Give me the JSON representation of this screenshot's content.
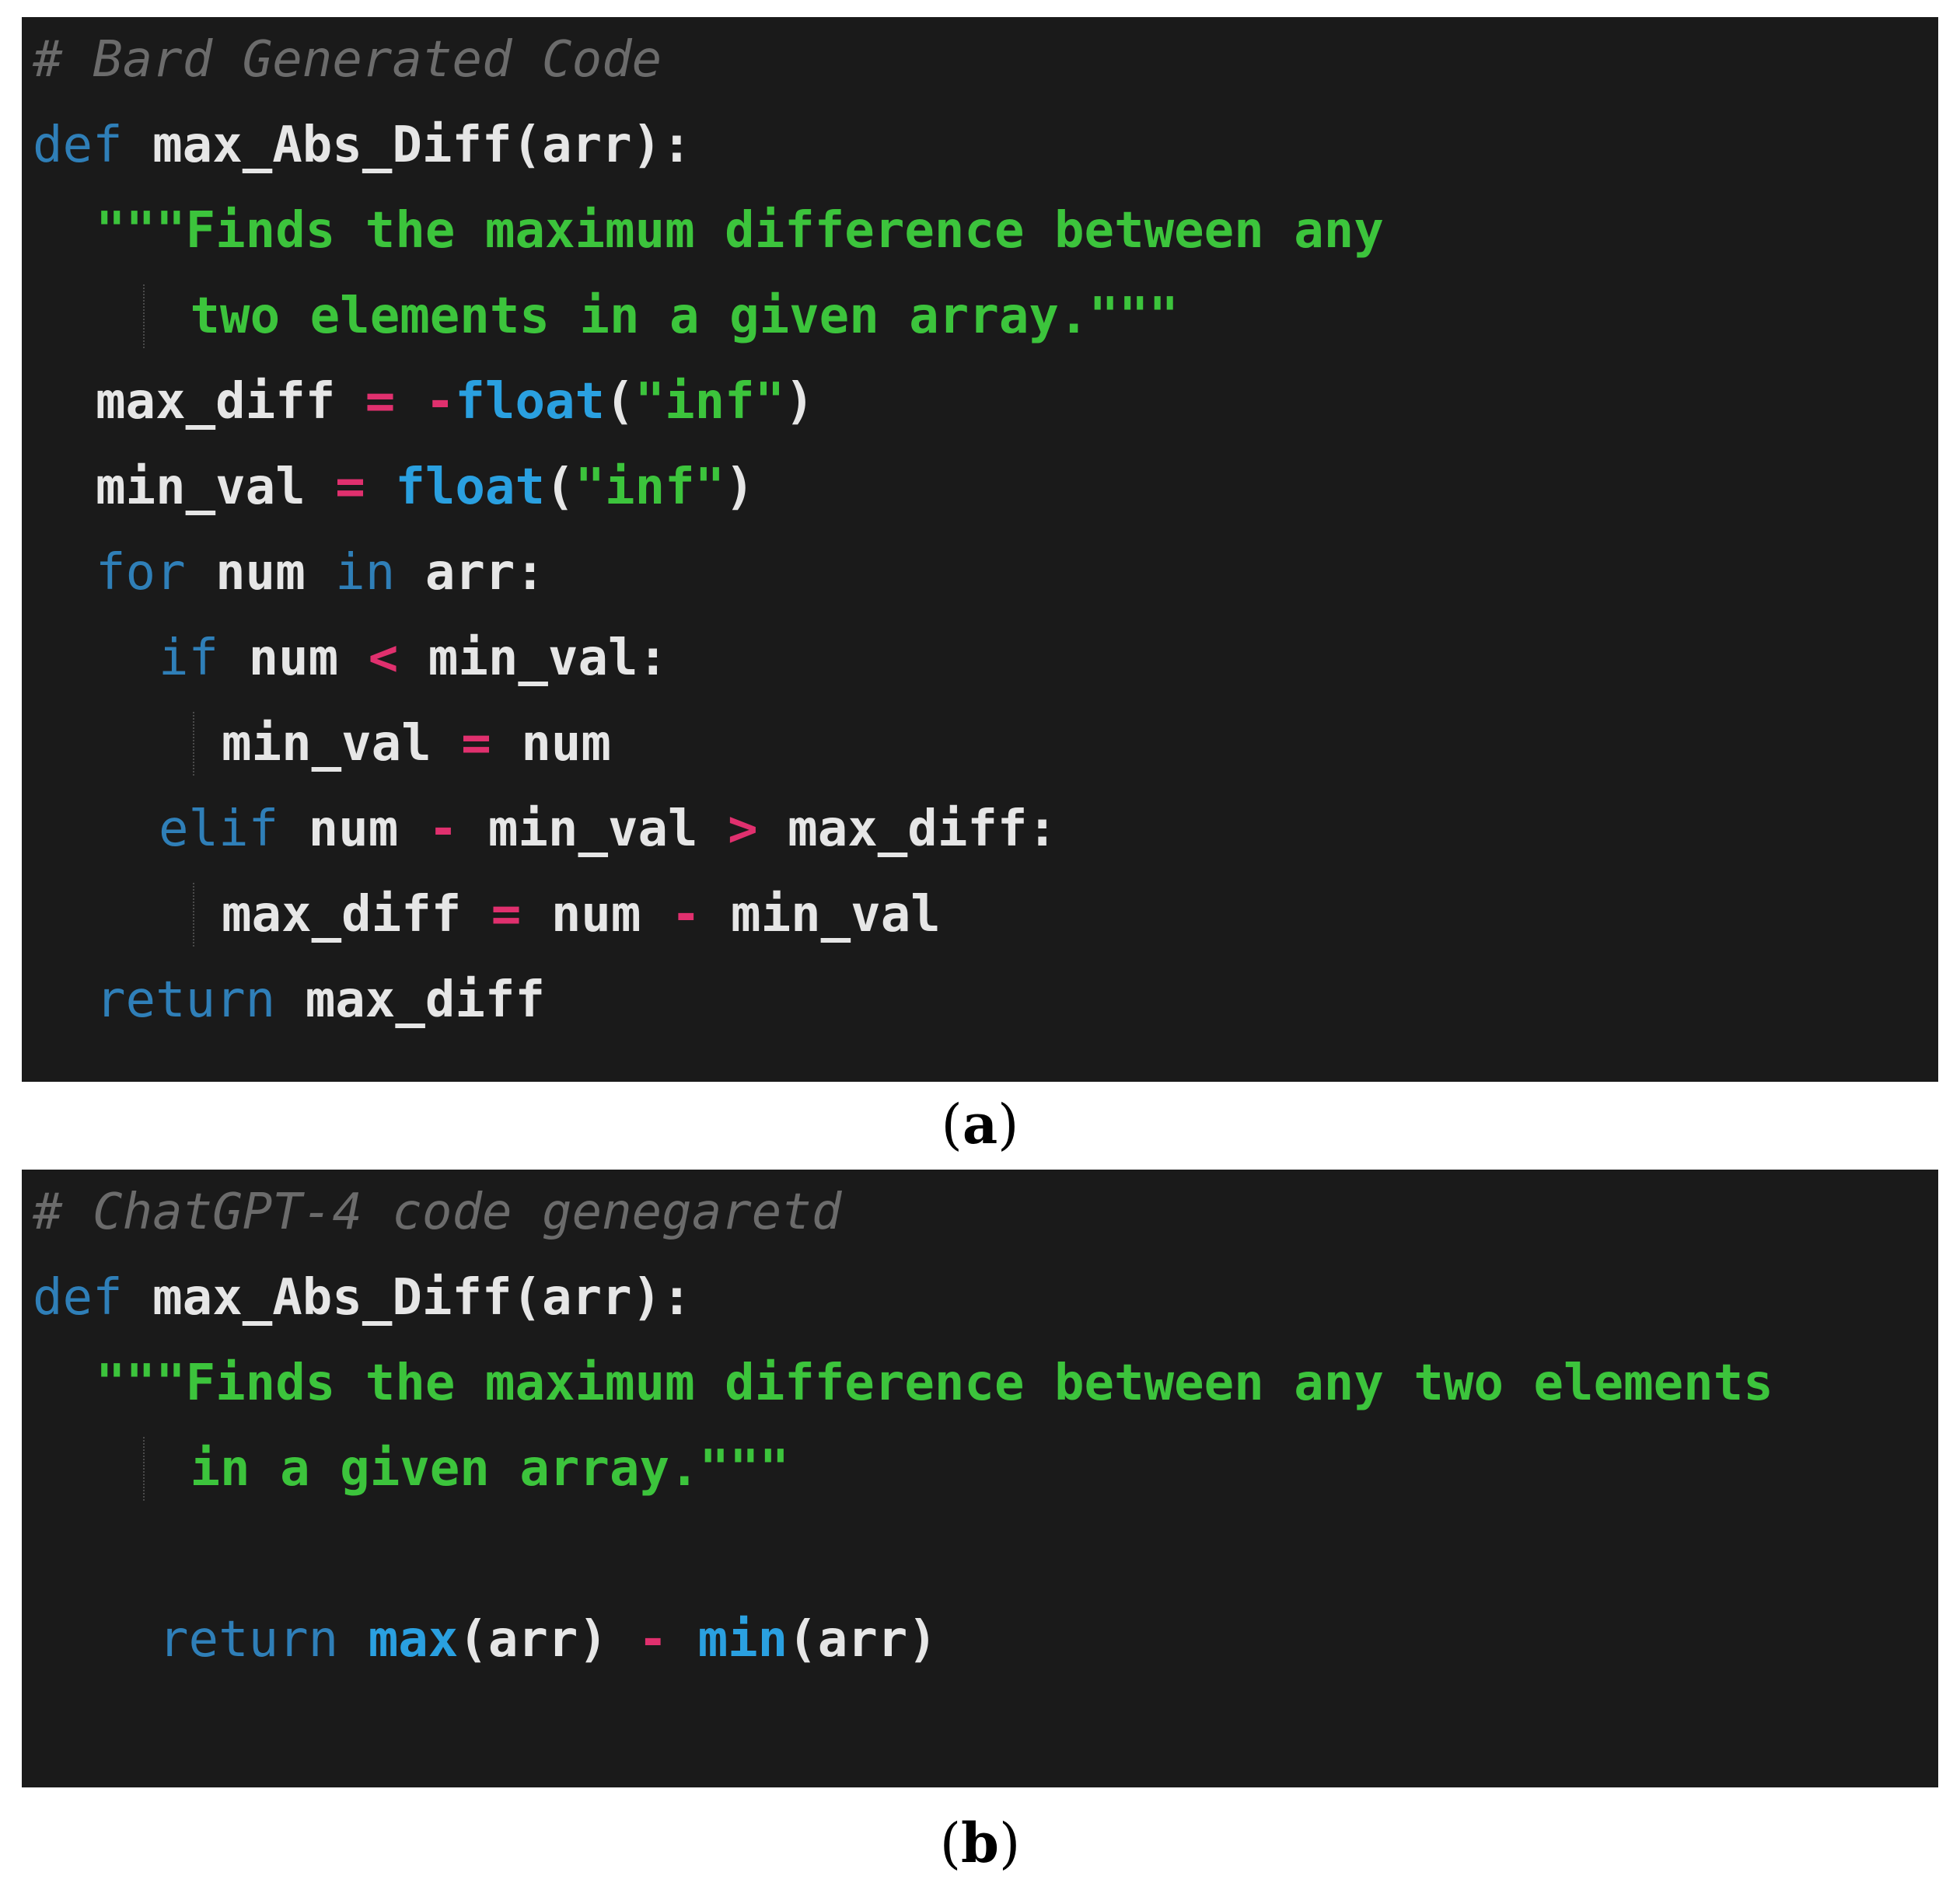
{
  "colors": {
    "background": "#1a1a1a",
    "comment": "#6b6b6b",
    "keyword": "#2f7fb8",
    "builtin": "#2aa0e0",
    "string": "#3cc43c",
    "operator": "#e0306e",
    "identifier": "#e6e6e6"
  },
  "panels": [
    {
      "caption": {
        "open": "(",
        "letter": "a",
        "close": ")"
      },
      "lines": [
        {
          "indent": 0,
          "tokens": [
            {
              "text": "# Bard Generated Code",
              "type": "comment"
            }
          ]
        },
        {
          "indent": 0,
          "tokens": [
            {
              "text": "def",
              "type": "keyword"
            },
            {
              "text": " max_Abs_Diff(arr):",
              "type": "identifier"
            }
          ]
        },
        {
          "indent": 2,
          "tokens": [
            {
              "text": "\"\"\"Finds the maximum difference between any",
              "type": "string"
            }
          ]
        },
        {
          "indent": 5,
          "tokens": [
            {
              "text": "two elements in a given array.\"\"\"",
              "type": "string"
            }
          ]
        },
        {
          "indent": 2,
          "tokens": [
            {
              "text": "max_diff ",
              "type": "identifier"
            },
            {
              "text": "=",
              "type": "operator"
            },
            {
              "text": " ",
              "type": "identifier"
            },
            {
              "text": "-",
              "type": "operator"
            },
            {
              "text": "float",
              "type": "builtin"
            },
            {
              "text": "(",
              "type": "identifier"
            },
            {
              "text": "\"inf\"",
              "type": "string"
            },
            {
              "text": ")",
              "type": "identifier"
            }
          ]
        },
        {
          "indent": 2,
          "tokens": [
            {
              "text": "min_val ",
              "type": "identifier"
            },
            {
              "text": "=",
              "type": "operator"
            },
            {
              "text": " ",
              "type": "identifier"
            },
            {
              "text": "float",
              "type": "builtin"
            },
            {
              "text": "(",
              "type": "identifier"
            },
            {
              "text": "\"inf\"",
              "type": "string"
            },
            {
              "text": ")",
              "type": "identifier"
            }
          ]
        },
        {
          "indent": 2,
          "tokens": [
            {
              "text": "for",
              "type": "keyword"
            },
            {
              "text": " num ",
              "type": "identifier"
            },
            {
              "text": "in",
              "type": "keyword"
            },
            {
              "text": " arr:",
              "type": "identifier"
            }
          ]
        },
        {
          "indent": 4,
          "tokens": [
            {
              "text": "if",
              "type": "keyword"
            },
            {
              "text": " num ",
              "type": "identifier"
            },
            {
              "text": "<",
              "type": "operator"
            },
            {
              "text": " min_val:",
              "type": "identifier"
            }
          ]
        },
        {
          "indent": 6,
          "tokens": [
            {
              "text": "min_val ",
              "type": "identifier"
            },
            {
              "text": "=",
              "type": "operator"
            },
            {
              "text": " num",
              "type": "identifier"
            }
          ]
        },
        {
          "indent": 4,
          "tokens": [
            {
              "text": "elif",
              "type": "keyword"
            },
            {
              "text": " num ",
              "type": "identifier"
            },
            {
              "text": "-",
              "type": "operator"
            },
            {
              "text": " min_val ",
              "type": "identifier"
            },
            {
              "text": ">",
              "type": "operator"
            },
            {
              "text": " max_diff:",
              "type": "identifier"
            }
          ]
        },
        {
          "indent": 6,
          "tokens": [
            {
              "text": "max_diff ",
              "type": "identifier"
            },
            {
              "text": "=",
              "type": "operator"
            },
            {
              "text": " num ",
              "type": "identifier"
            },
            {
              "text": "-",
              "type": "operator"
            },
            {
              "text": " min_val",
              "type": "identifier"
            }
          ]
        },
        {
          "indent": 2,
          "tokens": [
            {
              "text": "return",
              "type": "keyword"
            },
            {
              "text": " max_diff",
              "type": "identifier"
            }
          ]
        }
      ]
    },
    {
      "caption": {
        "open": "(",
        "letter": "b",
        "close": ")"
      },
      "lines": [
        {
          "indent": 0,
          "tokens": [
            {
              "text": "# ChatGPT-4 code genegaretd",
              "type": "comment"
            }
          ]
        },
        {
          "indent": 0,
          "tokens": [
            {
              "text": "def",
              "type": "keyword"
            },
            {
              "text": " max_Abs_Diff(arr):",
              "type": "identifier"
            }
          ]
        },
        {
          "indent": 2,
          "tokens": [
            {
              "text": "\"\"\"Finds the maximum difference between any two elements",
              "type": "string"
            }
          ]
        },
        {
          "indent": 5,
          "tokens": [
            {
              "text": "in a given array.\"\"\"",
              "type": "string"
            }
          ]
        },
        {
          "indent": 0,
          "tokens": []
        },
        {
          "indent": 4,
          "tokens": [
            {
              "text": "return",
              "type": "keyword"
            },
            {
              "text": " ",
              "type": "identifier"
            },
            {
              "text": "max",
              "type": "builtin"
            },
            {
              "text": "(arr) ",
              "type": "identifier"
            },
            {
              "text": "-",
              "type": "operator"
            },
            {
              "text": " ",
              "type": "identifier"
            },
            {
              "text": "min",
              "type": "builtin"
            },
            {
              "text": "(arr)",
              "type": "identifier"
            }
          ]
        }
      ]
    }
  ]
}
